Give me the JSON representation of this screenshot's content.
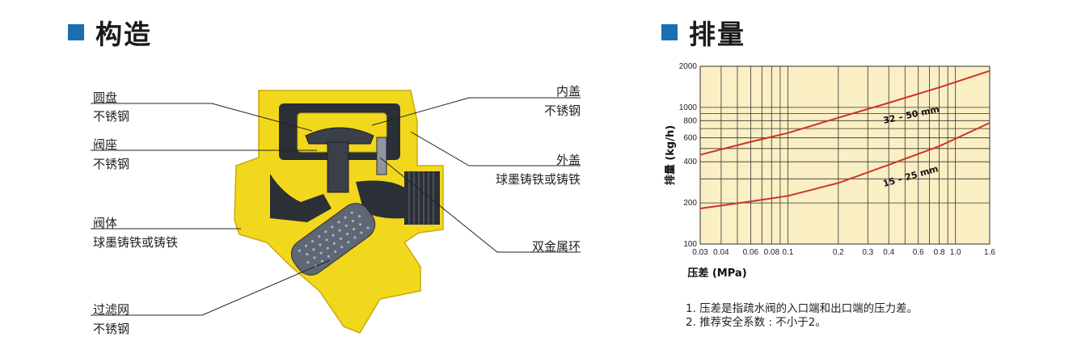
{
  "left_heading": "构造",
  "right_heading": "排量",
  "labels": {
    "disc": "圆盘",
    "disc_mat": "不锈钢",
    "seat": "阀座",
    "seat_mat": "不锈钢",
    "body": "阀体",
    "body_mat": "球墨铸铁或铸铁",
    "strainer": "过滤网",
    "strainer_mat": "不锈钢",
    "inner_cover": "内盖",
    "inner_cover_mat": "不锈钢",
    "outer_cover": "外盖",
    "outer_cover_mat": "球墨铸铁或铸铁",
    "bimetal_ring": "双金属环"
  },
  "notes": [
    "1.  压差是指疏水阀的入口端和出口端的压力差。",
    "2.  推荐安全系数 : 不小于2。"
  ],
  "colors": {
    "accent": "#1a6fb0",
    "body_yellow": "#f2d81c",
    "chart_bg": "#fbefc4",
    "curve": "#d0312d"
  },
  "chart_data": {
    "type": "line",
    "xscale": "log",
    "yscale": "log",
    "xlabel": "压差 (MPa)",
    "ylabel": "排量 (kg/h)",
    "xlim": [
      0.03,
      1.6
    ],
    "ylim": [
      100,
      2000
    ],
    "x_ticks": [
      0.03,
      0.04,
      0.06,
      0.08,
      0.1,
      0.2,
      0.3,
      0.4,
      0.6,
      0.8,
      1.0,
      1.6
    ],
    "x_tick_labels": [
      "0.03",
      "0.04",
      "0.06",
      "0.08",
      "0.1",
      "0.2",
      "0.3",
      "0.4",
      "0.6",
      "0.8",
      "1.0",
      "1.6"
    ],
    "y_ticks": [
      100,
      200,
      400,
      600,
      800,
      1000,
      2000
    ],
    "y_tick_labels": [
      "100",
      "200",
      "400",
      "600",
      "800",
      "1000",
      "2000"
    ],
    "grid": true,
    "series": [
      {
        "name": "32 – 50 mm",
        "x": [
          0.03,
          0.06,
          0.1,
          0.2,
          0.4,
          0.8,
          1.6
        ],
        "y": [
          450,
          560,
          650,
          840,
          1080,
          1400,
          1850
        ]
      },
      {
        "name": "15 – 25 mm",
        "x": [
          0.03,
          0.06,
          0.1,
          0.2,
          0.4,
          0.8,
          1.6
        ],
        "y": [
          182,
          205,
          225,
          280,
          380,
          520,
          770
        ]
      }
    ]
  }
}
